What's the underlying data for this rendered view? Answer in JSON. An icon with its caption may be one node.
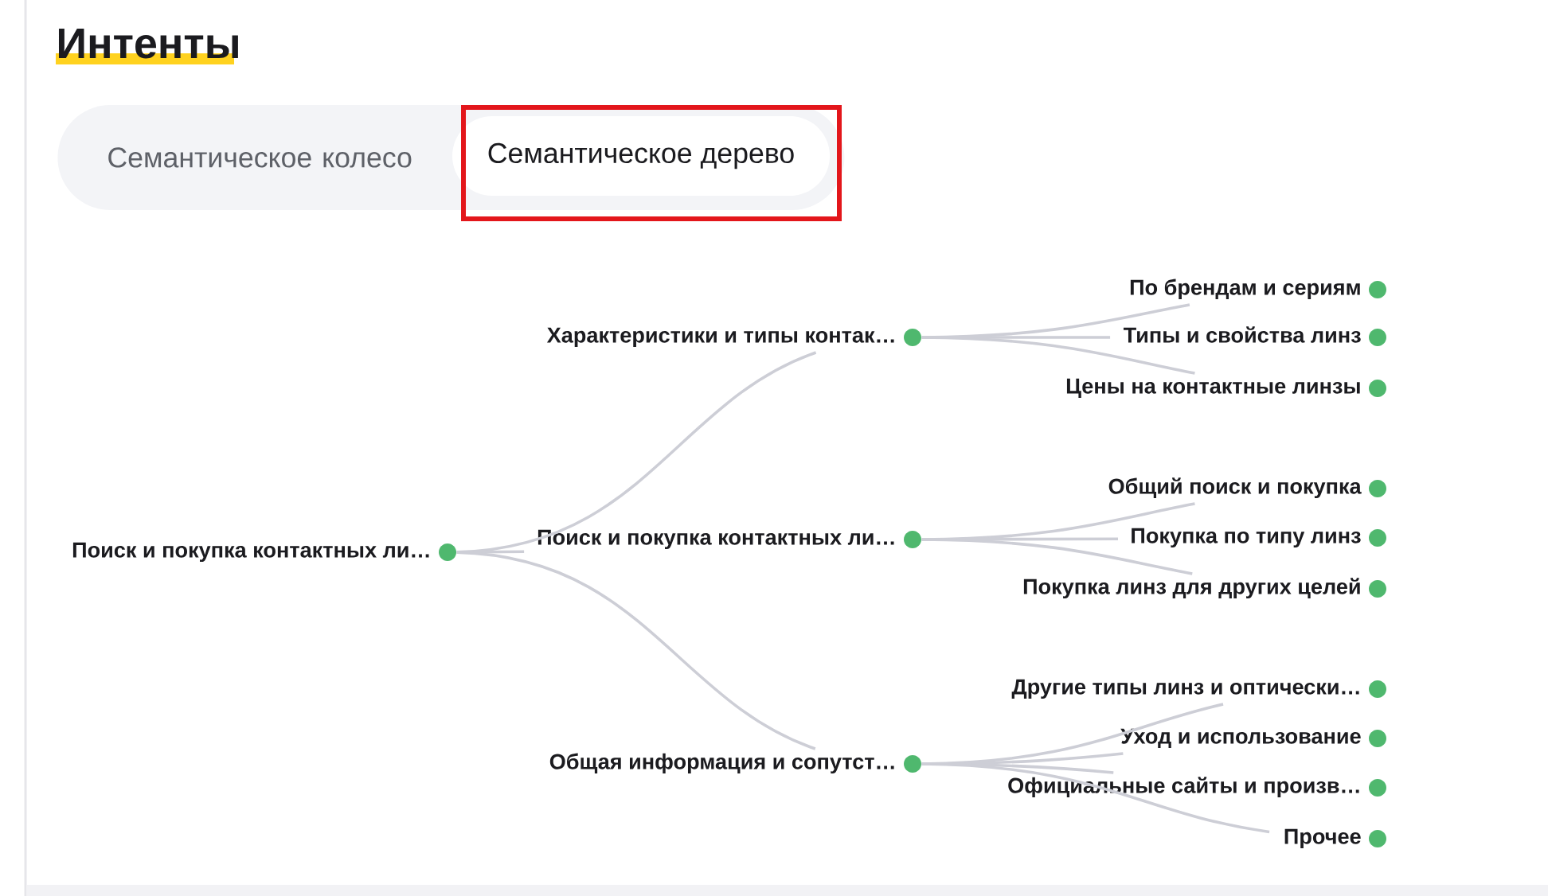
{
  "diagram": {
    "title": "Интенты",
    "nodes": [
      {
        "text": [
          "Семантическое колесо"
        ]
      },
      {
        "text": [
          "Семантическое дерево"
        ],
        "in": 0
      },
      {
        "text": [
          "Поиск и покупка контактных ли…"
        ]
      },
      {
        "text": [
          "Характеристики и типы контак…"
        ]
      },
      {
        "text": [
          "По брендам и сериям"
        ]
      },
      {
        "text": [
          "Типы и свойства линз"
        ]
      },
      {
        "text": [
          "Цены на контактные линзы"
        ]
      },
      {
        "text": [
          "Поиск и покупка контактных ли…"
        ]
      },
      {
        "text": [
          "Общий поиск и покупка"
        ]
      },
      {
        "text": [
          "Покупка по типу линз"
        ]
      },
      {
        "text": [
          "Покупка линз для других целей"
        ]
      },
      {
        "text": [
          "Общая информация и сопутст…"
        ]
      },
      {
        "text": [
          "Другие типы линз и оптически…"
        ]
      },
      {
        "text": [
          "Уход и использование"
        ]
      },
      {
        "text": [
          "Официальные сайты и произв…"
        ]
      },
      {
        "text": [
          "Прочее"
        ]
      }
    ],
    "edges": [
      {
        "from": 2,
        "to": 3,
        "arrow": "none"
      },
      {
        "from": 2,
        "to": 7,
        "arrow": "none"
      },
      {
        "from": 2,
        "to": 11,
        "arrow": "none"
      },
      {
        "from": 3,
        "to": 4,
        "arrow": "none"
      },
      {
        "from": 3,
        "to": 5,
        "arrow": "none"
      },
      {
        "from": 3,
        "to": 6,
        "arrow": "none"
      },
      {
        "from": 7,
        "to": 8,
        "arrow": "none"
      },
      {
        "from": 7,
        "to": 9,
        "arrow": "none"
      },
      {
        "from": 7,
        "to": 10,
        "arrow": "none"
      },
      {
        "from": 11,
        "to": 12,
        "arrow": "none"
      },
      {
        "from": 11,
        "to": 13,
        "arrow": "none"
      },
      {
        "from": 11,
        "to": 14,
        "arrow": "none"
      },
      {
        "from": 11,
        "to": 15,
        "arrow": "none"
      }
    ]
  }
}
